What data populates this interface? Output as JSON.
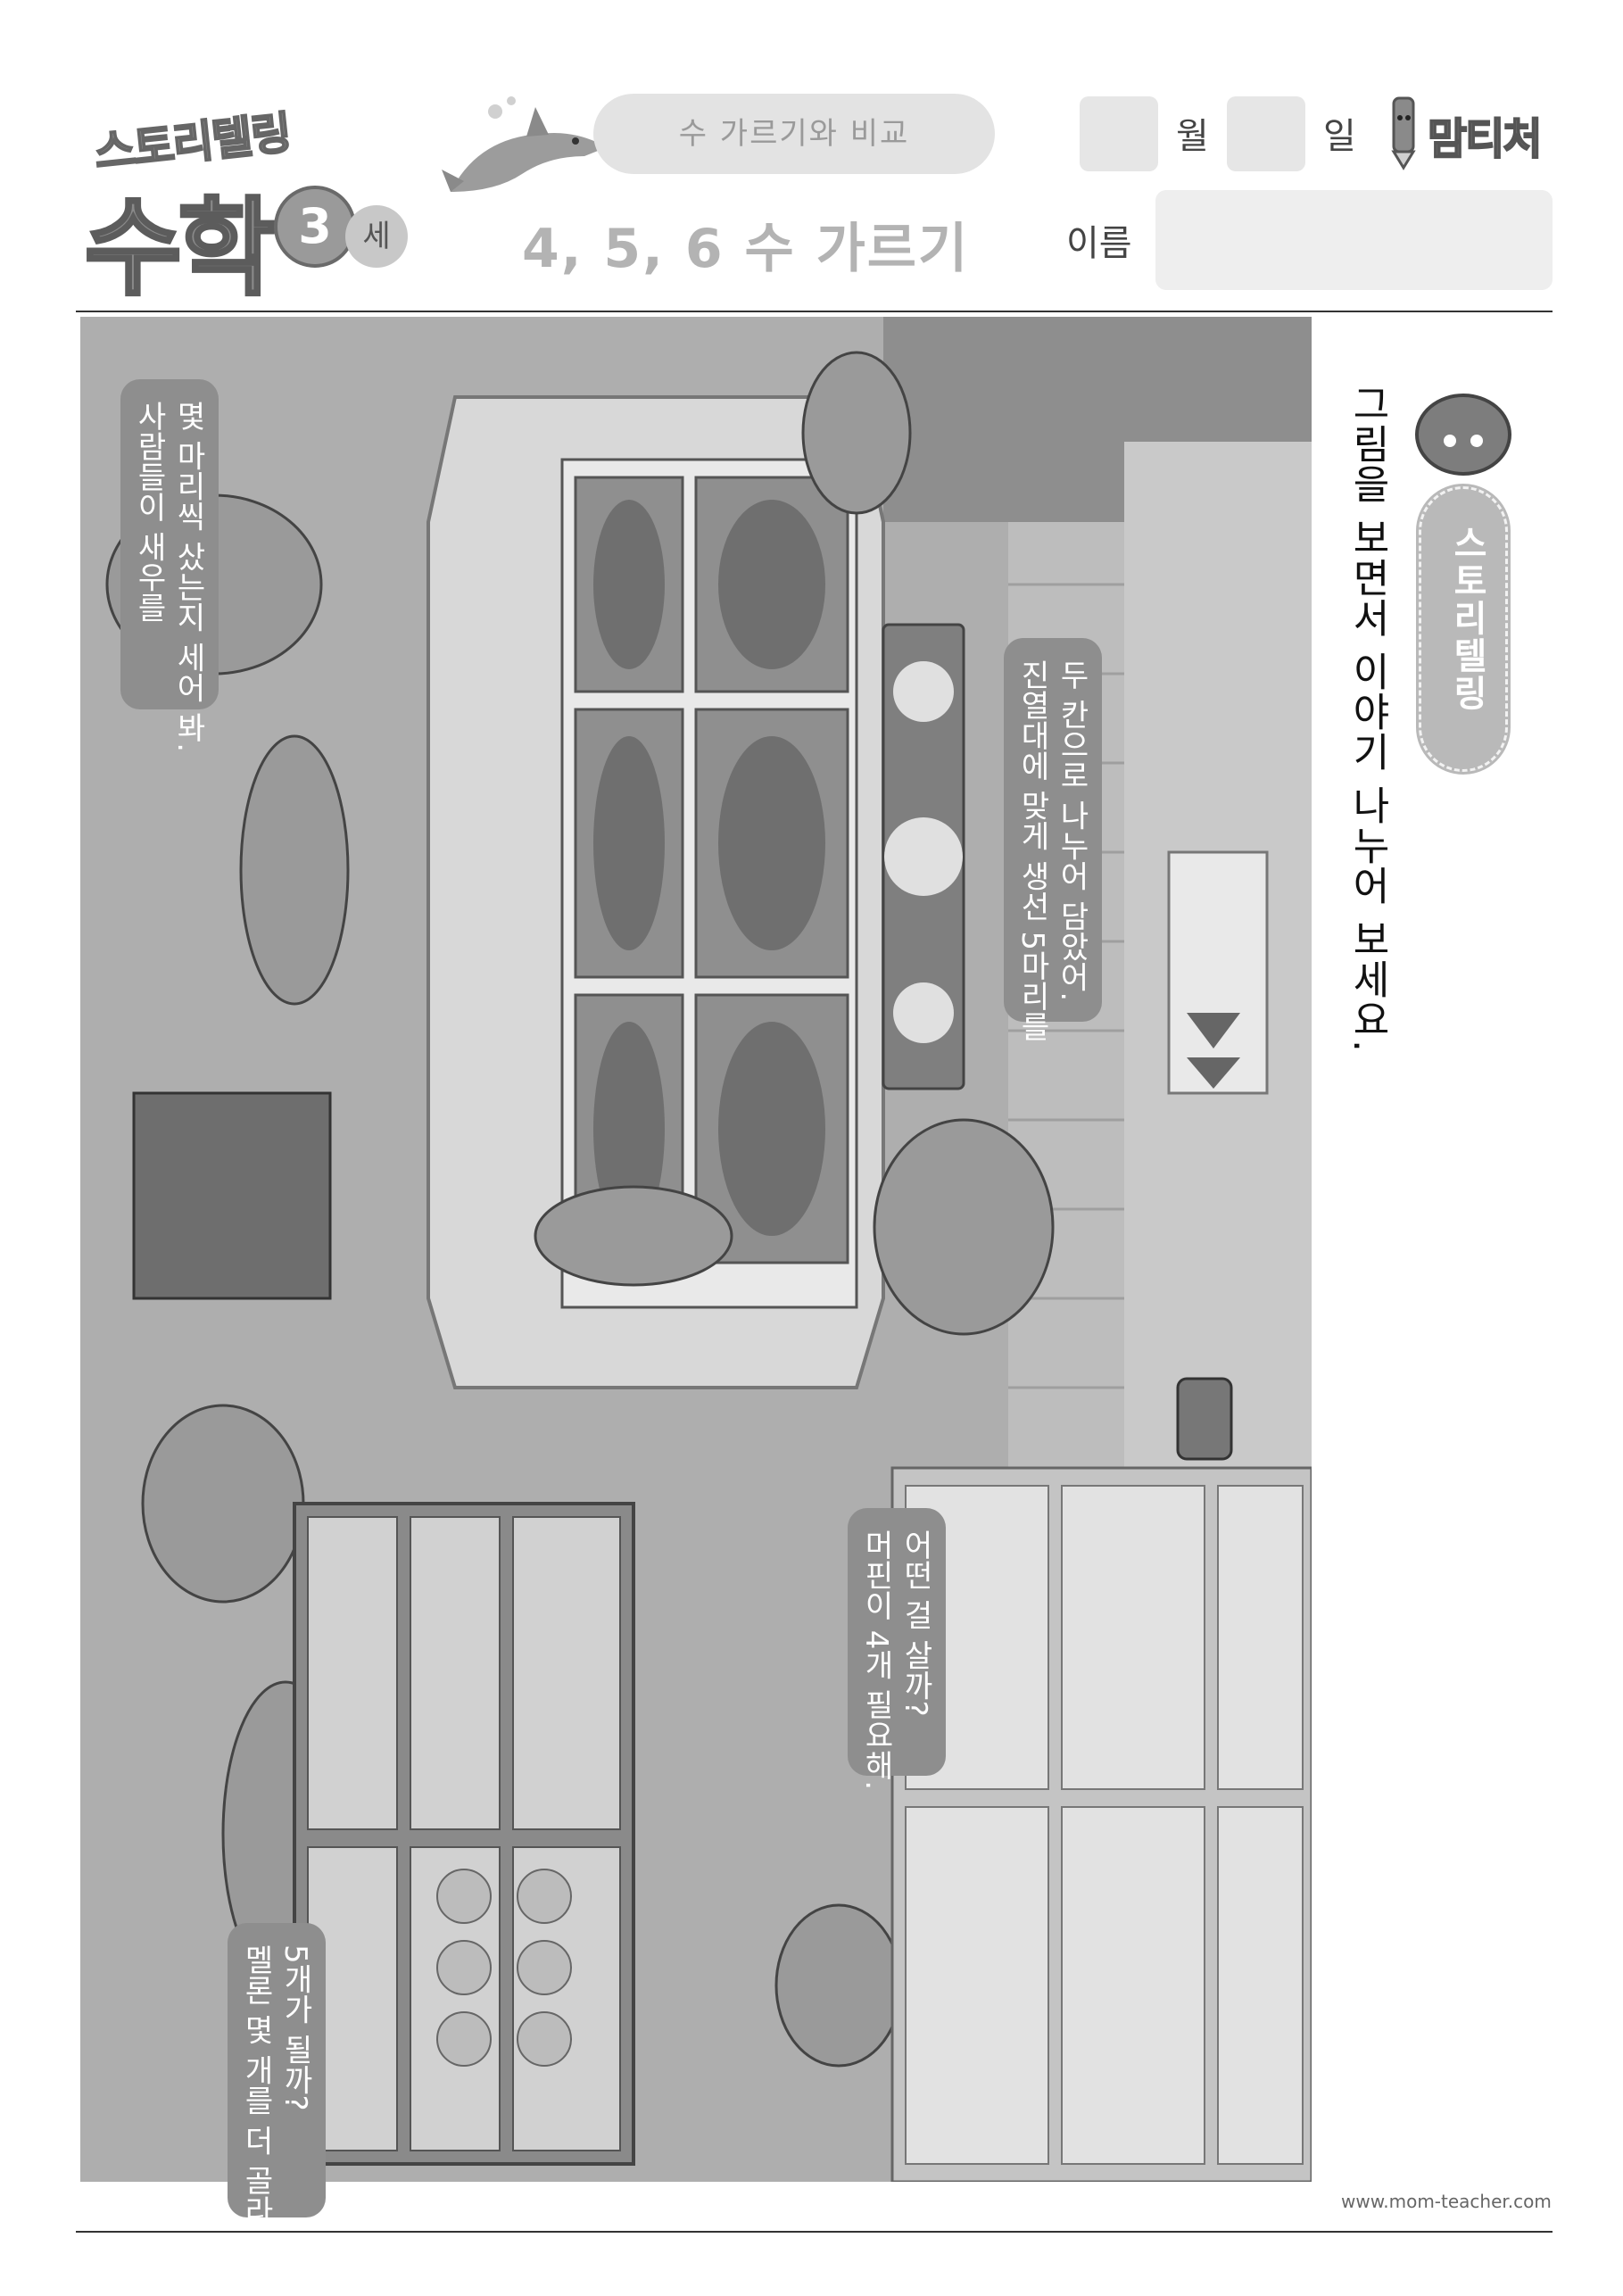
{
  "header": {
    "series_small": "스토리텔링",
    "series_big": "수학",
    "age_number": "3",
    "age_unit": "세",
    "topic": "수 가르기와 비교",
    "lesson_title": "4, 5, 6 수 가르기",
    "month_label": "월",
    "day_label": "일",
    "name_label": "이름",
    "brand": "맘티처"
  },
  "instruction": {
    "badge": "스토리텔링",
    "text": "그림을 보면서 이야기 나누어 보세요."
  },
  "bubbles": {
    "shrimp": [
      "사람들이 새우를",
      "몇 마리씩 샀는지 세어 봐."
    ],
    "fish": [
      "진열대에 맞게 생선 5마리를",
      "두 칸으로 나누어 담았어."
    ],
    "muffin": [
      "머핀이 4개 필요해.",
      "어떤 걸 살까?"
    ],
    "melon": [
      "멜론 몇 개를 더 골라야",
      "5개가 될까?"
    ]
  },
  "footer": {
    "url": "www.mom-teacher.com"
  }
}
